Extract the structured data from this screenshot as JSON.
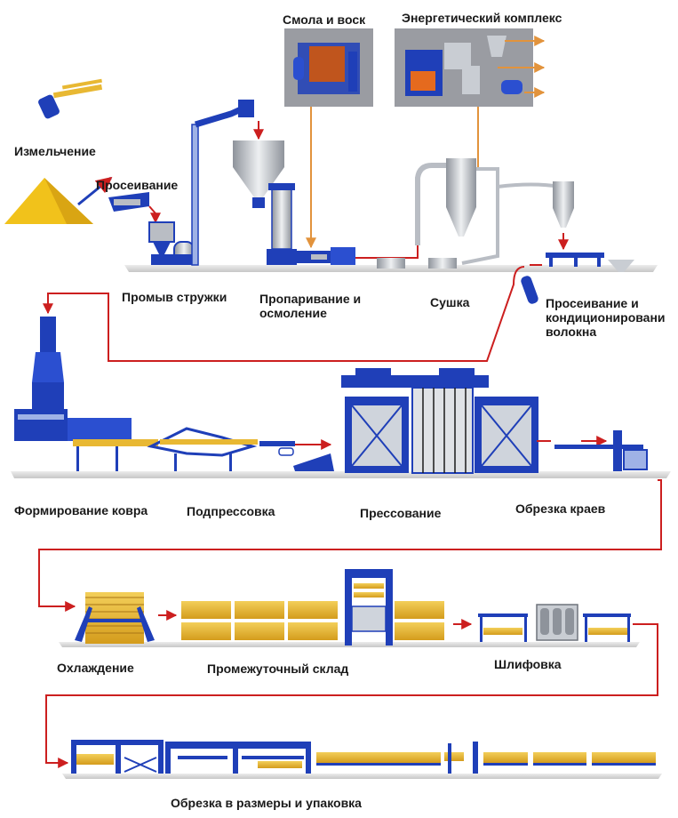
{
  "labels": {
    "resin_wax": "Смола и воск",
    "energy_complex": "Энергетический комплекс",
    "chipping": "Измельчение",
    "screening": "Просеивание",
    "chip_washing": "Промыв стружки",
    "steaming_line1": "Пропаривание и",
    "steaming_line2": "осмоление",
    "drying": "Сушка",
    "fiber_screening_line1": "Просеивание и",
    "fiber_screening_line2": "кондиционировани",
    "fiber_screening_line3": "волокна",
    "mat_forming": "Формирование ковра",
    "prepressing": "Подпрессовка",
    "pressing": "Прессование",
    "edge_trimming": "Обрезка краев",
    "cooling": "Охлаждение",
    "intermediate_storage": "Промежуточный склад",
    "sanding": "Шлифовка",
    "cutting_packing": "Обрезка в размеры и упаковка"
  },
  "colors": {
    "equipment_blue": "#1f3fb8",
    "dark_blue": "#142a80",
    "flow_red": "#cc1f1f",
    "feed_orange": "#e2933c",
    "board_yellow": "#e8b833",
    "sawdust_yellow": "#f1c21b",
    "steel_gray": "#b9bdc4",
    "panel_gray": "#9a9ca2",
    "floor_gray": "#dcdcdc"
  }
}
